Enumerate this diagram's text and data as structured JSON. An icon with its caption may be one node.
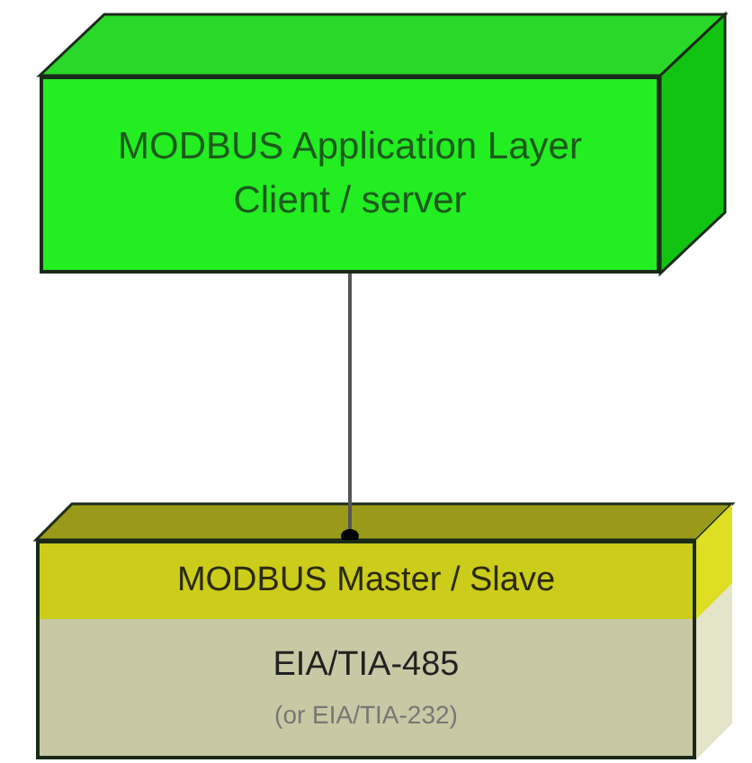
{
  "diagram": {
    "nodes": [
      {
        "text": [
          "MODBUS Application Layer",
          "Client / server"
        ]
      },
      {
        "text": [
          "MODBUS Master / Slave"
        ]
      },
      {
        "text": [
          "EIA/TIA-485",
          "(or EIA/TIA-232)"
        ]
      }
    ],
    "edges": [
      {
        "from": 0,
        "to": 1,
        "arrow": "other"
      }
    ]
  }
}
